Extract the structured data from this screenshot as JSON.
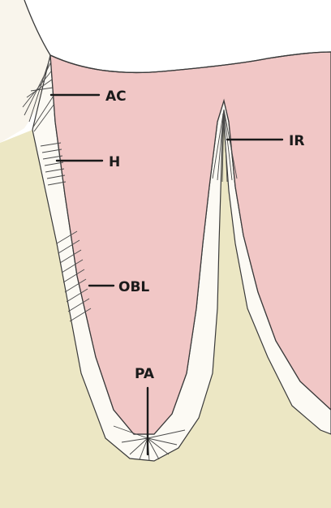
{
  "labels": {
    "ac": "AC",
    "h": "H",
    "ir": "IR",
    "obl": "OBL",
    "pa": "PA"
  },
  "colors": {
    "background": "#ffffff",
    "bone": "#ece7c4",
    "gingiva": "#f9f5ec",
    "root": "#f1c7c6",
    "ligament_space": "#fcfaf4",
    "ink": "#1a1a1a"
  }
}
